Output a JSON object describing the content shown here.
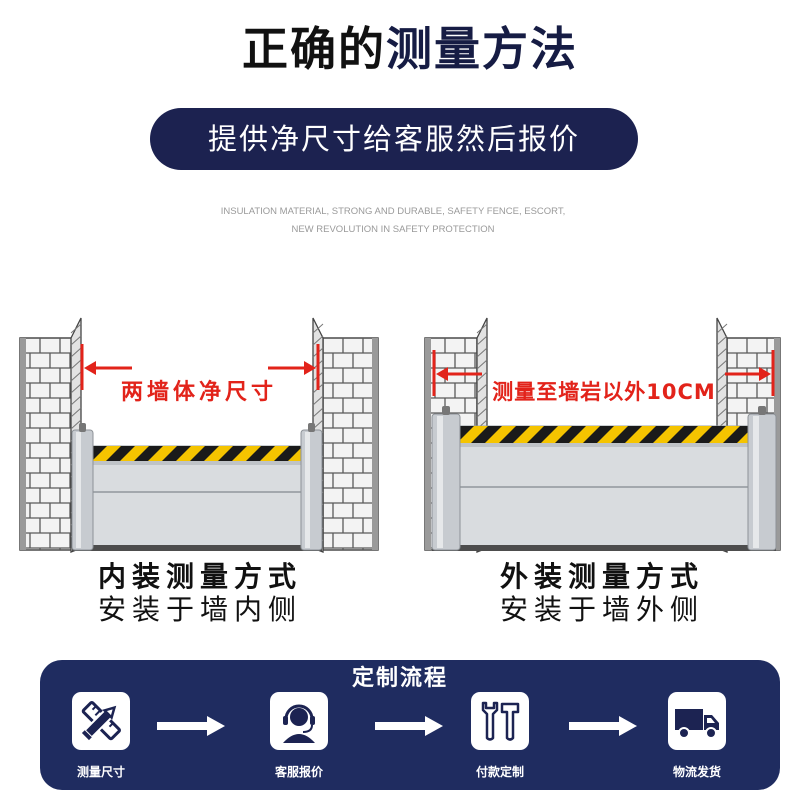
{
  "title": {
    "part1": "正确的",
    "part2": "测量方法"
  },
  "banner": {
    "text": "提供净尺寸给客服然后报价"
  },
  "tagline": {
    "line1": "INSULATION MATERIAL, STRONG AND DURABLE, SAFETY FENCE, ESCORT,",
    "line2": "NEW REVOLUTION IN SAFETY PROTECTION"
  },
  "diagrams": [
    {
      "measure_label": "两墙体净尺寸",
      "caption_title": "内装测量方式",
      "caption_sub": "安装于墙内侧"
    },
    {
      "measure_label": "测量至墙岩以外10CM",
      "caption_title": "外装测量方式",
      "caption_sub": "安装于墙外侧"
    }
  ],
  "process": {
    "title": "定制流程",
    "steps": [
      {
        "label": "测量尺寸",
        "icon": "ruler-pencil-icon"
      },
      {
        "label": "客服报价",
        "icon": "customer-service-icon"
      },
      {
        "label": "付款定制",
        "icon": "wrench-hammer-icon"
      },
      {
        "label": "物流发货",
        "icon": "truck-icon"
      }
    ]
  },
  "colors": {
    "navy": "#1c2250",
    "process_panel": "#1f2c60",
    "measure_red": "#e2231a",
    "stripe_yellow": "#f5c400",
    "stripe_black": "#1a1a1a"
  }
}
